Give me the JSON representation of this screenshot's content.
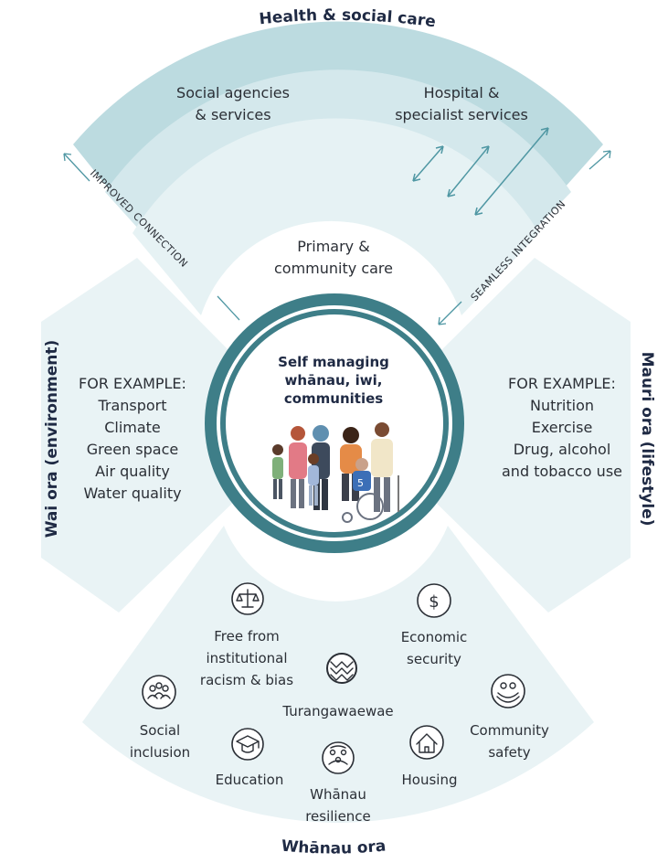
{
  "titles": {
    "top": "Health & social care",
    "bottom": "Whānau ora",
    "left": "Wai ora (environment)",
    "right": "Mauri ora (lifestyle)"
  },
  "top_sector": {
    "social_agencies": [
      "Social agencies",
      "& services"
    ],
    "hospital": [
      "Hospital &",
      "specialist services"
    ],
    "primary": [
      "Primary &",
      "community care"
    ],
    "left_arrow_label": "IMPROVED CONNECTION",
    "right_arrow_label": "SEAMLESS INTEGRATION"
  },
  "left_sector": {
    "heading": "FOR EXAMPLE:",
    "items": [
      "Transport",
      "Climate",
      "Green space",
      "Air quality",
      "Water quality"
    ]
  },
  "right_sector": {
    "heading": "FOR EXAMPLE:",
    "items": [
      "Nutrition",
      "Exercise",
      "Drug, alcohol",
      "and tobacco use"
    ]
  },
  "center": {
    "title": [
      "Self managing",
      "whānau, iwi,",
      "communities"
    ]
  },
  "bottom_sector": {
    "items": {
      "racism": [
        "Free from",
        "institutional",
        "racism & bias"
      ],
      "economic": [
        "Economic",
        "security"
      ],
      "turangawaewae": [
        "Turangawaewae"
      ],
      "social": [
        "Social",
        "inclusion"
      ],
      "community": [
        "Community",
        "safety"
      ],
      "education": [
        "Education"
      ],
      "housing": [
        "Housing"
      ],
      "whanau": [
        "Whānau",
        "resilience"
      ]
    },
    "icons": [
      "scales-icon",
      "dollar-icon",
      "pattern-icon",
      "people-group-icon",
      "education-cap-icon",
      "whanau-icon",
      "house-icon",
      "hands-people-icon"
    ]
  },
  "colors": {
    "outer_band": "#bcdbe0",
    "middle_band": "#d4e8ec",
    "inner_band": "#e6f2f4",
    "side_sector": "#e9f3f5",
    "bottom_sector": "#e9f3f5",
    "ring": "#3e7e88",
    "arrow": "#4f97a3",
    "title": "#1f2a44"
  }
}
